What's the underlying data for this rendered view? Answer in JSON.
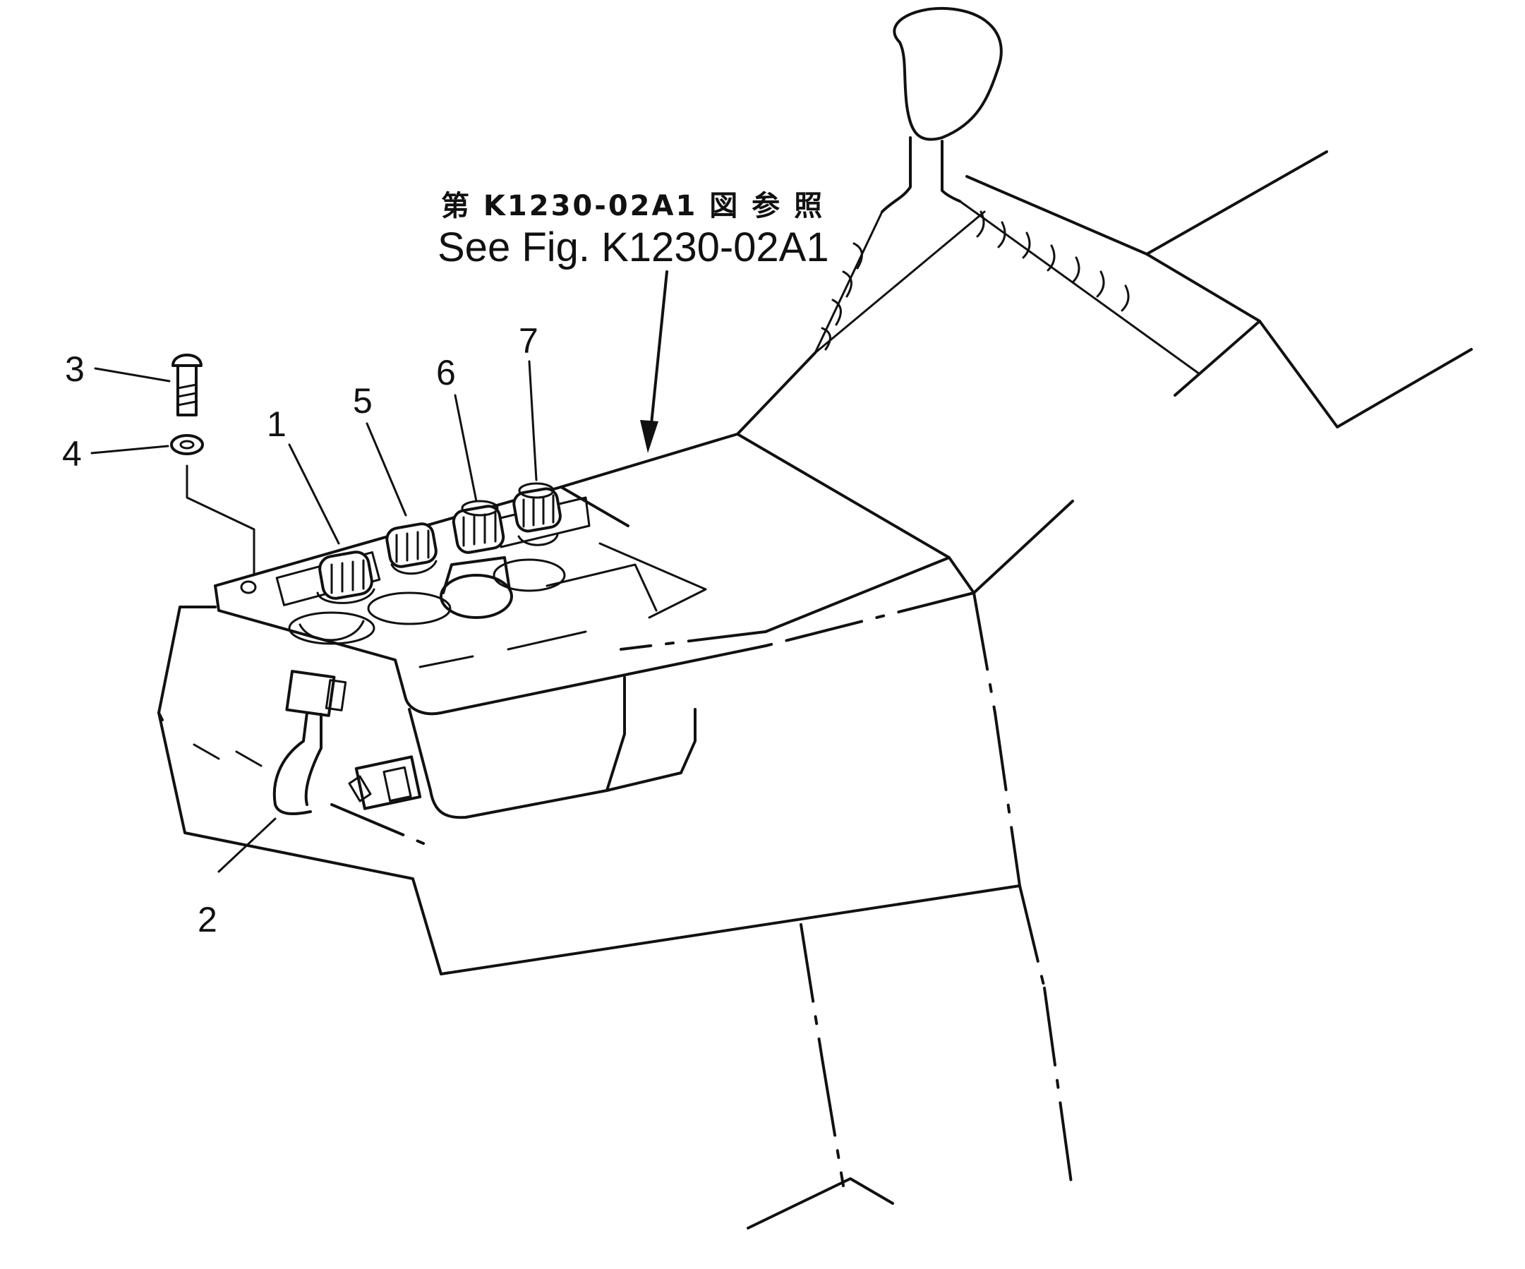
{
  "reference": {
    "jp": "第 K1230-02A1 図 参 照",
    "en": "See Fig. K1230-02A1"
  },
  "callouts": [
    {
      "id": "1",
      "text": "1"
    },
    {
      "id": "2",
      "text": "2"
    },
    {
      "id": "3",
      "text": "3"
    },
    {
      "id": "4",
      "text": "4"
    },
    {
      "id": "5",
      "text": "5"
    },
    {
      "id": "6",
      "text": "6"
    },
    {
      "id": "7",
      "text": "7"
    }
  ]
}
